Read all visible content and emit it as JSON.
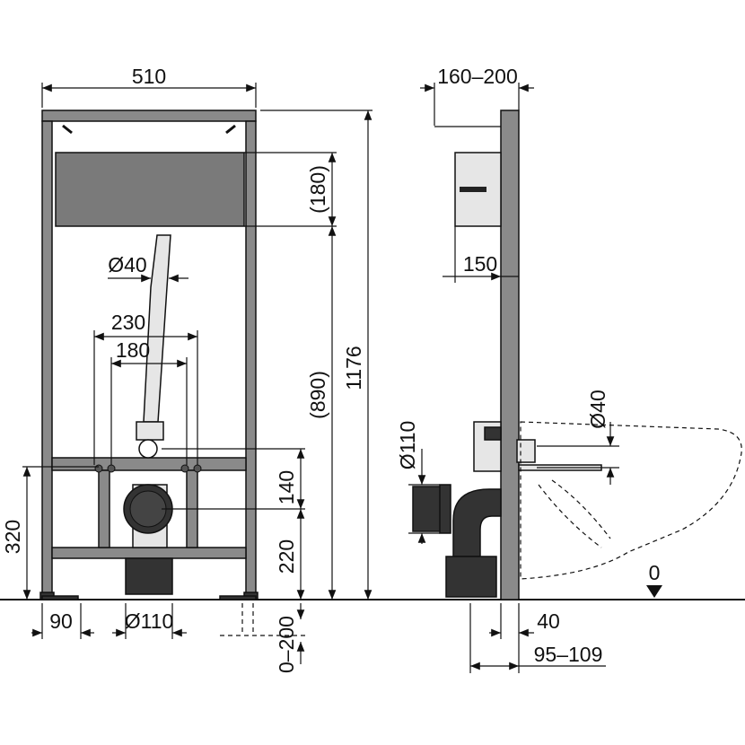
{
  "front_view": {
    "width": "510",
    "cistern_height": "(180)",
    "flush_pipe_diameter": "Ø40",
    "spacing_outer": "230",
    "spacing_inner": "180",
    "height_to_cistern": "(890)",
    "total_height": "1176",
    "drain_offset": "140",
    "drain_height": "220",
    "bolt_height": "320",
    "foot_width": "90",
    "drain_diameter": "Ø110",
    "leg_adjust": "0–200"
  },
  "side_view": {
    "depth_range": "160–200",
    "cistern_depth": "150",
    "flush_pipe_diameter": "Ø40",
    "drain_diameter": "Ø110",
    "floor_level": "0",
    "frame_depth": "40",
    "drain_offset": "95–109"
  }
}
